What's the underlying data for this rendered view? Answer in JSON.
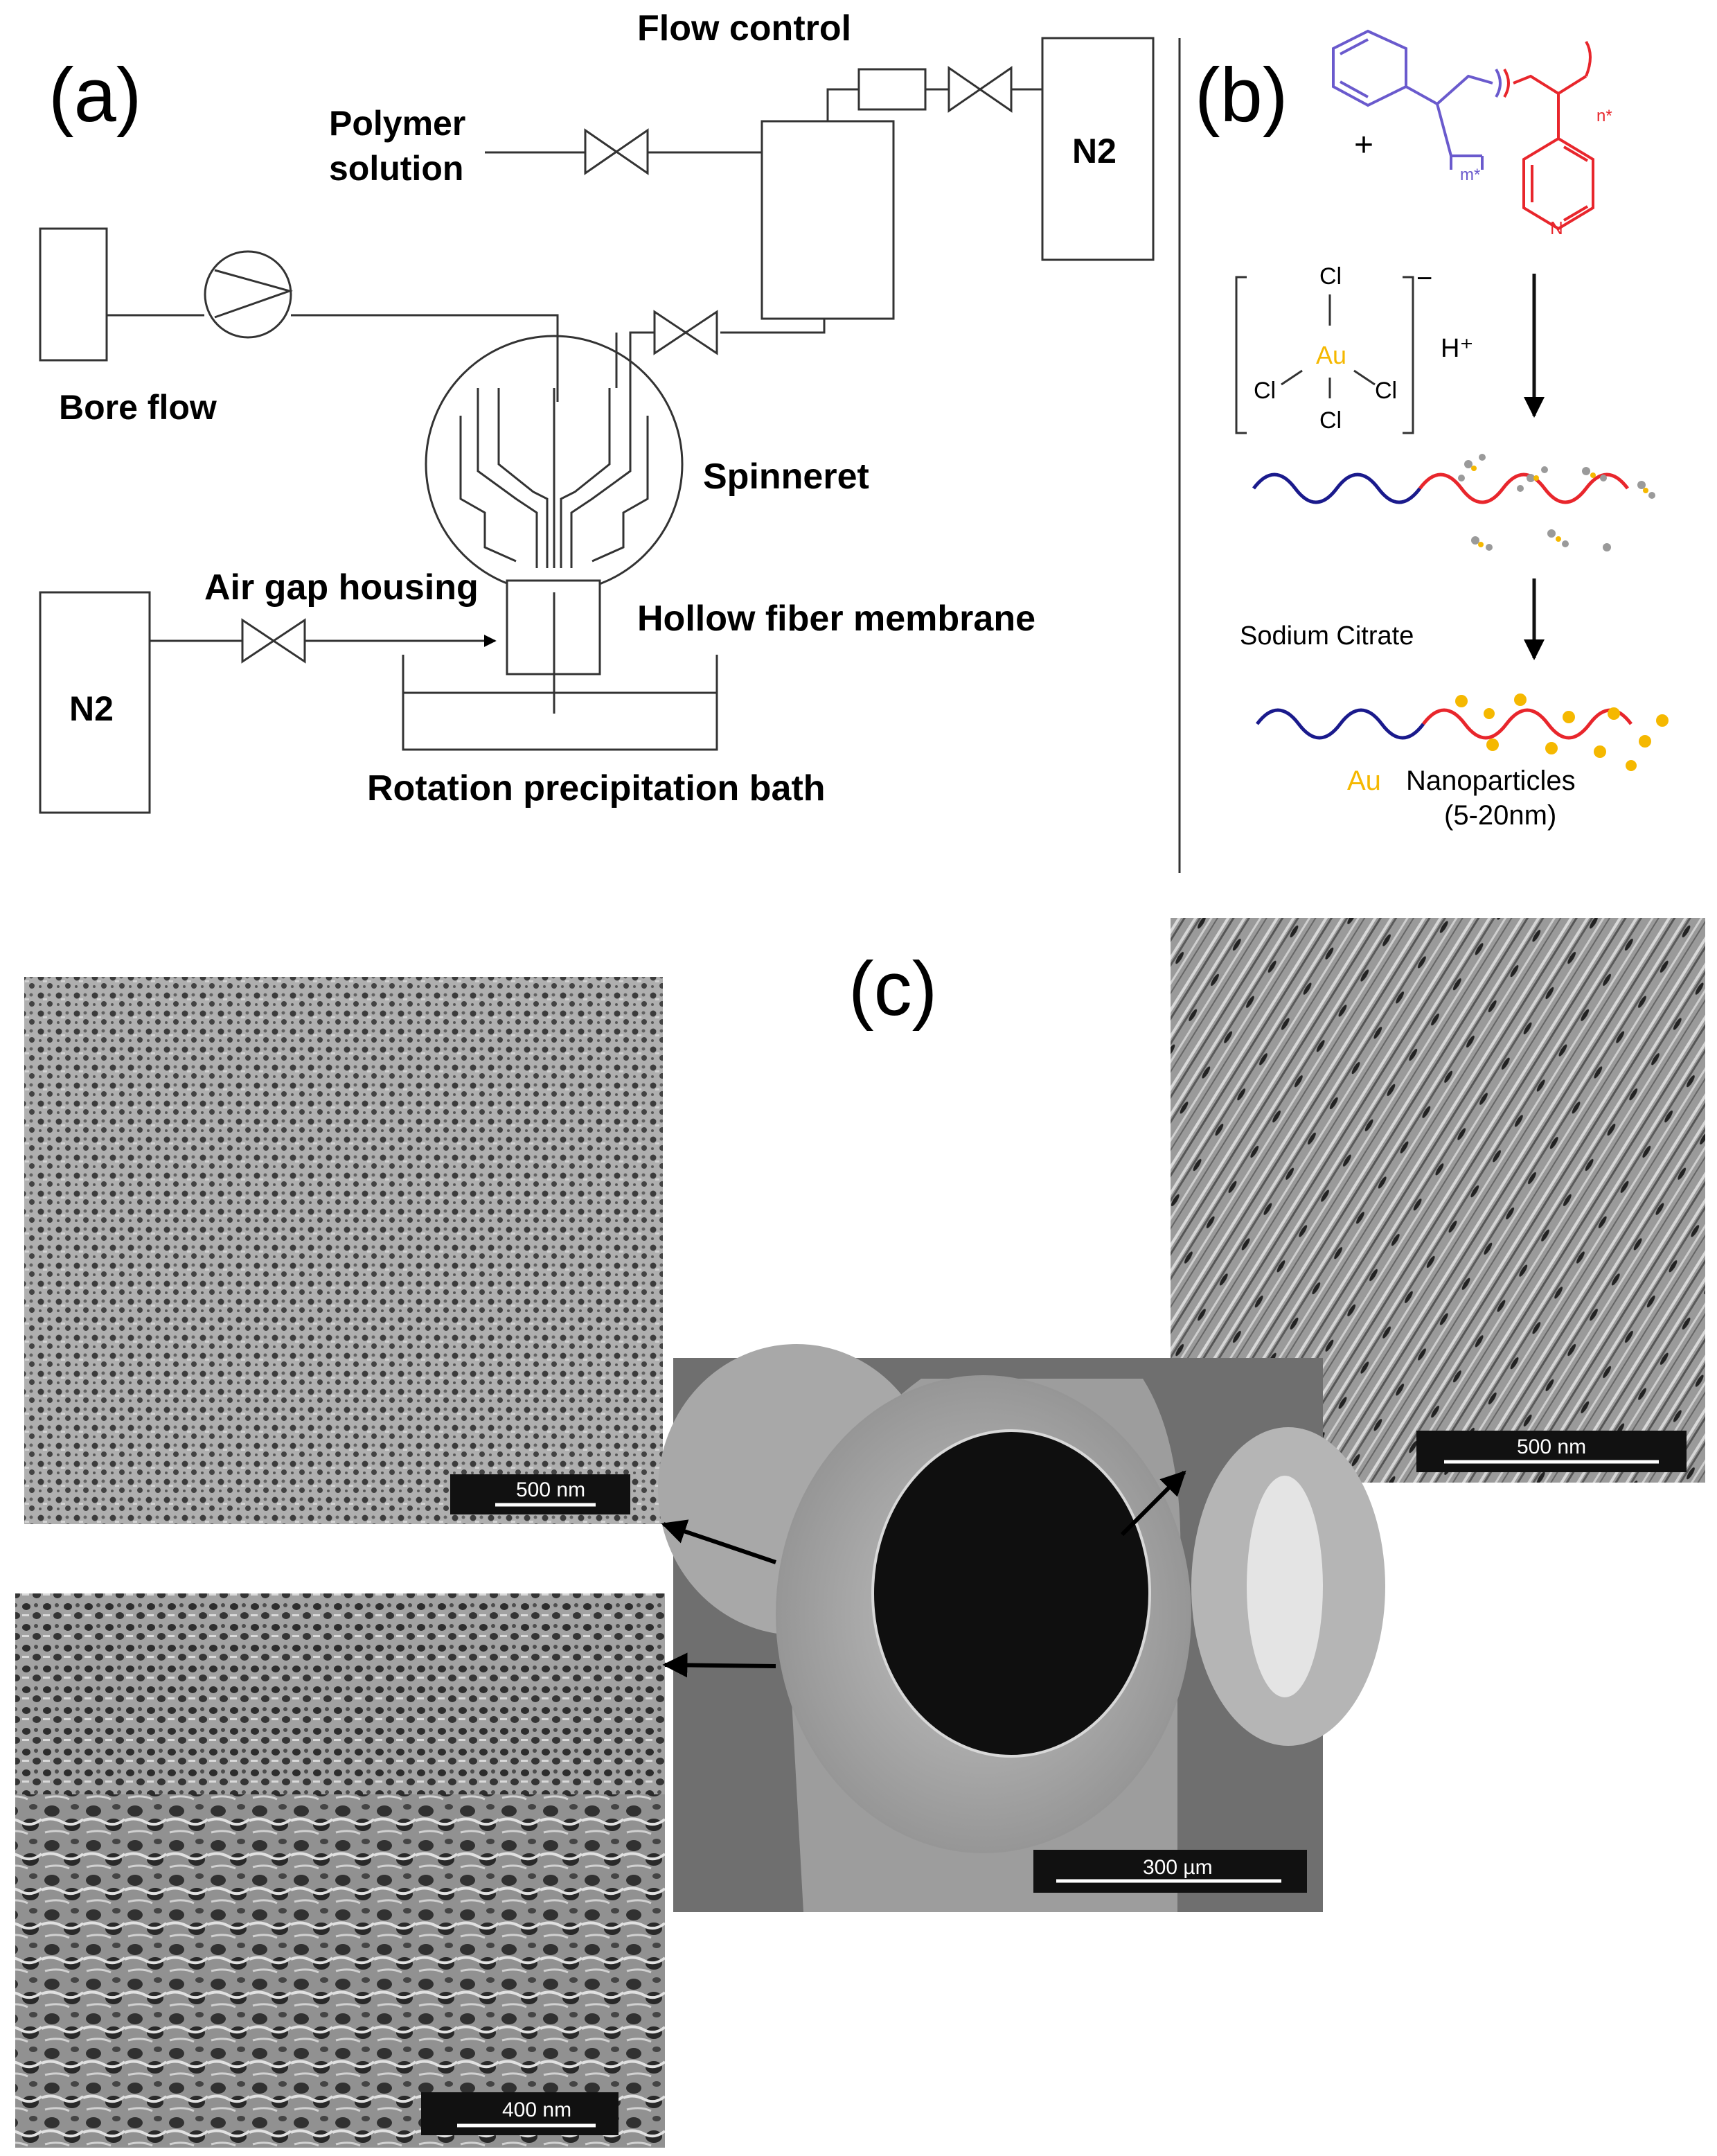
{
  "panel_a": {
    "label": "(a)",
    "flow_control": "Flow control",
    "polymer_solution_line1": "Polymer",
    "polymer_solution_line2": "solution",
    "n2_top": "N2",
    "bore_flow": "Bore flow",
    "spinneret": "Spinneret",
    "air_gap_housing": "Air gap housing",
    "hollow_fiber_membrane": "Hollow fiber membrane",
    "n2_bottom": "N2",
    "rotation_bath": "Rotation precipitation bath"
  },
  "panel_b": {
    "label": "(b)",
    "plus": "+",
    "m_label": "m*",
    "n_label": "n*",
    "n_atom": "N",
    "cl_top": "Cl",
    "cl_left": "Cl",
    "cl_right": "Cl",
    "cl_bottom": "Cl",
    "au": "Au",
    "minus": "−",
    "h_plus": "H⁺",
    "sodium_citrate": "Sodium Citrate",
    "au_np_prefix": "Au",
    "nanoparticles": "Nanoparticles",
    "size_range": "(5-20nm)",
    "colors": {
      "blue_block": "#1a1a8c",
      "red_block": "#e8262c",
      "gold": "#f5b800",
      "ps_structure": "#6a5acd",
      "p4vp_structure": "#e8262c"
    }
  },
  "panel_c": {
    "label": "(c)",
    "scale_top_left": "500 nm",
    "scale_top_right": "500 nm",
    "scale_bottom_left": "400 nm",
    "scale_center": "300 µm"
  }
}
